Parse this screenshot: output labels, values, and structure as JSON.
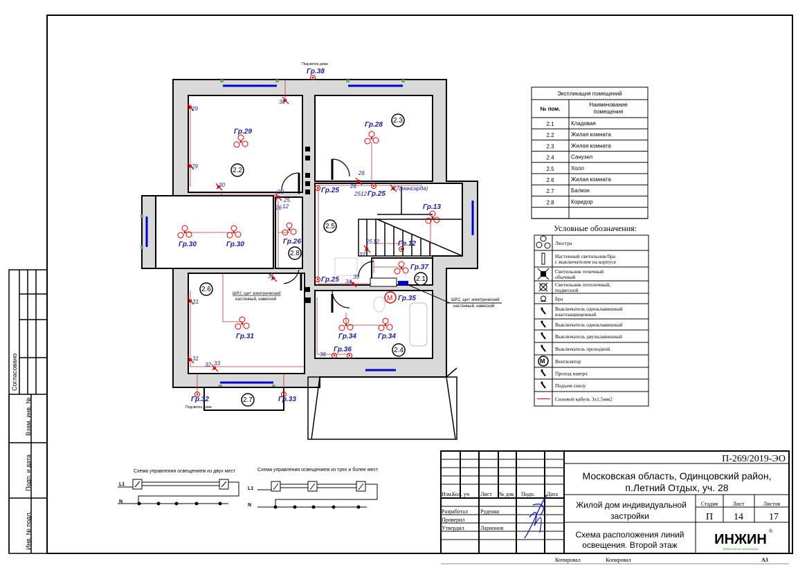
{
  "colors": {
    "wire": "#b33333",
    "label": "#1a1aa8",
    "wall": "#d9d9d9",
    "window": "#0000cc",
    "logo_green": "#33cc33"
  },
  "explication": {
    "title": "Экспликация помещений",
    "col_num": "№ пом.",
    "col_name_1": "Наименование",
    "col_name_2": "помещения",
    "rows": [
      {
        "num": "2.1",
        "name": "Кладовая"
      },
      {
        "num": "2.2",
        "name": "Жилая комната"
      },
      {
        "num": "2.3",
        "name": "Жилая комната"
      },
      {
        "num": "2.4",
        "name": "Санузел"
      },
      {
        "num": "2.5",
        "name": "Холл"
      },
      {
        "num": "2.6",
        "name": "Жилая комната"
      },
      {
        "num": "2.7",
        "name": "Балкон"
      },
      {
        "num": "2.8",
        "name": "Коридор"
      }
    ]
  },
  "legend": {
    "title": "Условные обозначения:",
    "items": [
      {
        "icon": "chandelier-icon",
        "text": [
          "Люстра"
        ]
      },
      {
        "icon": "wall-lamp-icon",
        "text": [
          "Настенный светильник/бра",
          "с выключателем на корпусе"
        ]
      },
      {
        "icon": "spotlight-icon",
        "text": [
          "Светильник точечный",
          "обычный"
        ]
      },
      {
        "icon": "ceiling-lamp-icon",
        "text": [
          "Светильник потолочный,",
          "подвесной"
        ]
      },
      {
        "icon": "sconce-icon",
        "text": [
          "Бра"
        ]
      },
      {
        "icon": "switch-waterproof-icon",
        "text": [
          "Выключатель одноклавишный",
          "влагозащищенный"
        ]
      },
      {
        "icon": "switch-single-icon",
        "text": [
          "Выключатель одноклавишный"
        ]
      },
      {
        "icon": "switch-double-icon",
        "text": [
          "Выключатель двухклавишный"
        ]
      },
      {
        "icon": "switch-pass-icon",
        "text": [
          "Выключатель проходной"
        ]
      },
      {
        "icon": "fan-icon",
        "text": [
          "Вентилятор"
        ]
      },
      {
        "icon": "pass-up-icon",
        "text": [
          "Проход наверх"
        ]
      },
      {
        "icon": "rise-from-below-icon",
        "text": [
          "Подъем снизу"
        ]
      },
      {
        "icon": "power-cable-icon",
        "text": [
          "Силовой кабель 3х1,5мм2"
        ]
      }
    ]
  },
  "schemes": {
    "two_places": "Схема управления освещением из двух мест",
    "three_places": "Схема управления освещением из трех и более мест",
    "l1": "L1",
    "n": "N"
  },
  "plan": {
    "rooms": [
      "2.1",
      "2.2",
      "2.3",
      "2.4",
      "2.5",
      "2.6",
      "2.7",
      "2.8"
    ],
    "labels": [
      "Подсветка дома",
      "Гр.38",
      "38",
      "29",
      "29",
      "Гр.29",
      "30",
      "Гр.28",
      "26",
      "26",
      "25",
      "12",
      "Гр.25",
      "27(мансарда)",
      "Гр.25",
      "29",
      "25",
      "26",
      "12",
      "Гр.30",
      "Гр.30",
      "Гр.26",
      "Гр.13",
      "Гр.12",
      "25",
      "12",
      "37",
      "Гр.37",
      "Гр.25",
      "34",
      "35",
      "Гр.35",
      "ШР2, щит электрический",
      "настенный, навесной",
      "ШР2, щит электрический",
      "настенный, навесной",
      "31",
      "31",
      "Гр.31",
      "31",
      "32",
      "33",
      "Гр.34",
      "Гр.34",
      "Гр.36",
      "36",
      "Гр.32",
      "Подсветка дома",
      "Гр.33"
    ]
  },
  "side_stamp": {
    "agreed": "Согласовано",
    "vzam": "Взам. инв. №",
    "podp": "Подп. и дата",
    "inv": "Инв. № подл."
  },
  "title_block": {
    "code": "П-269/2019-ЭО",
    "address_1": "Московская область, Одинцовский район,",
    "address_2": "п.Летний Отдых, уч. 28",
    "object_1": "Жилой дом индивидуальной",
    "object_2": "застройки",
    "stage_h": "Стадия",
    "sheet_h": "Лист",
    "sheets_h": "Листов",
    "stage": "П",
    "sheet": "14",
    "sheets": "17",
    "drawing_1": "Схема расположения линий",
    "drawing_2": "освещения. Второй этаж",
    "cols": [
      "Изм.",
      "Кол. уч",
      "Лист",
      "№ док",
      "Подп.",
      "Дата"
    ],
    "roles": [
      {
        "role": "Разработал",
        "name": "Руденко"
      },
      {
        "role": "Проверил",
        "name": ""
      },
      {
        "role": "Утвердил",
        "name": "Ларионов"
      }
    ],
    "logo": "ИНЖИН",
    "logo_sub": "Инженерные инновации",
    "reg": "®",
    "copied_1": "Копировал",
    "copied_2": "Копировал",
    "format": "А3"
  }
}
